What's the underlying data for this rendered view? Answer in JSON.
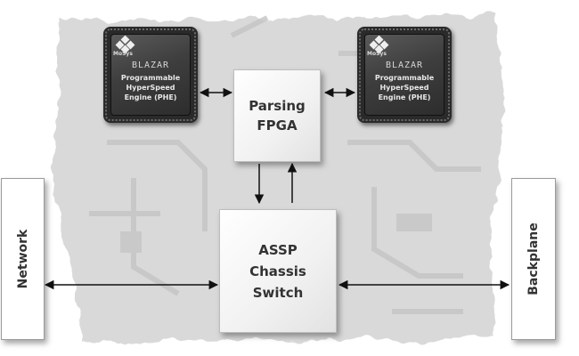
{
  "fpga": {
    "label": "Parsing\nFPGA"
  },
  "assp": {
    "label": "ASSP\nChassis\nSwitch"
  },
  "network": {
    "label": "Network"
  },
  "backplane": {
    "label": "Backplane"
  },
  "chips": [
    {
      "brand": "MoSys",
      "name": "BLAZAR",
      "description": "Programmable\nHyperSpeed\nEngine (PHE)"
    },
    {
      "brand": "MoSys",
      "name": "BLAZAR",
      "description": "Programmable\nHyperSpeed\nEngine (PHE)"
    }
  ],
  "colors": {
    "background_texture": "#d9d9d9",
    "trace": "#bfbfbf",
    "arrow": "#111111",
    "chip_body": "#2a2a2a"
  }
}
